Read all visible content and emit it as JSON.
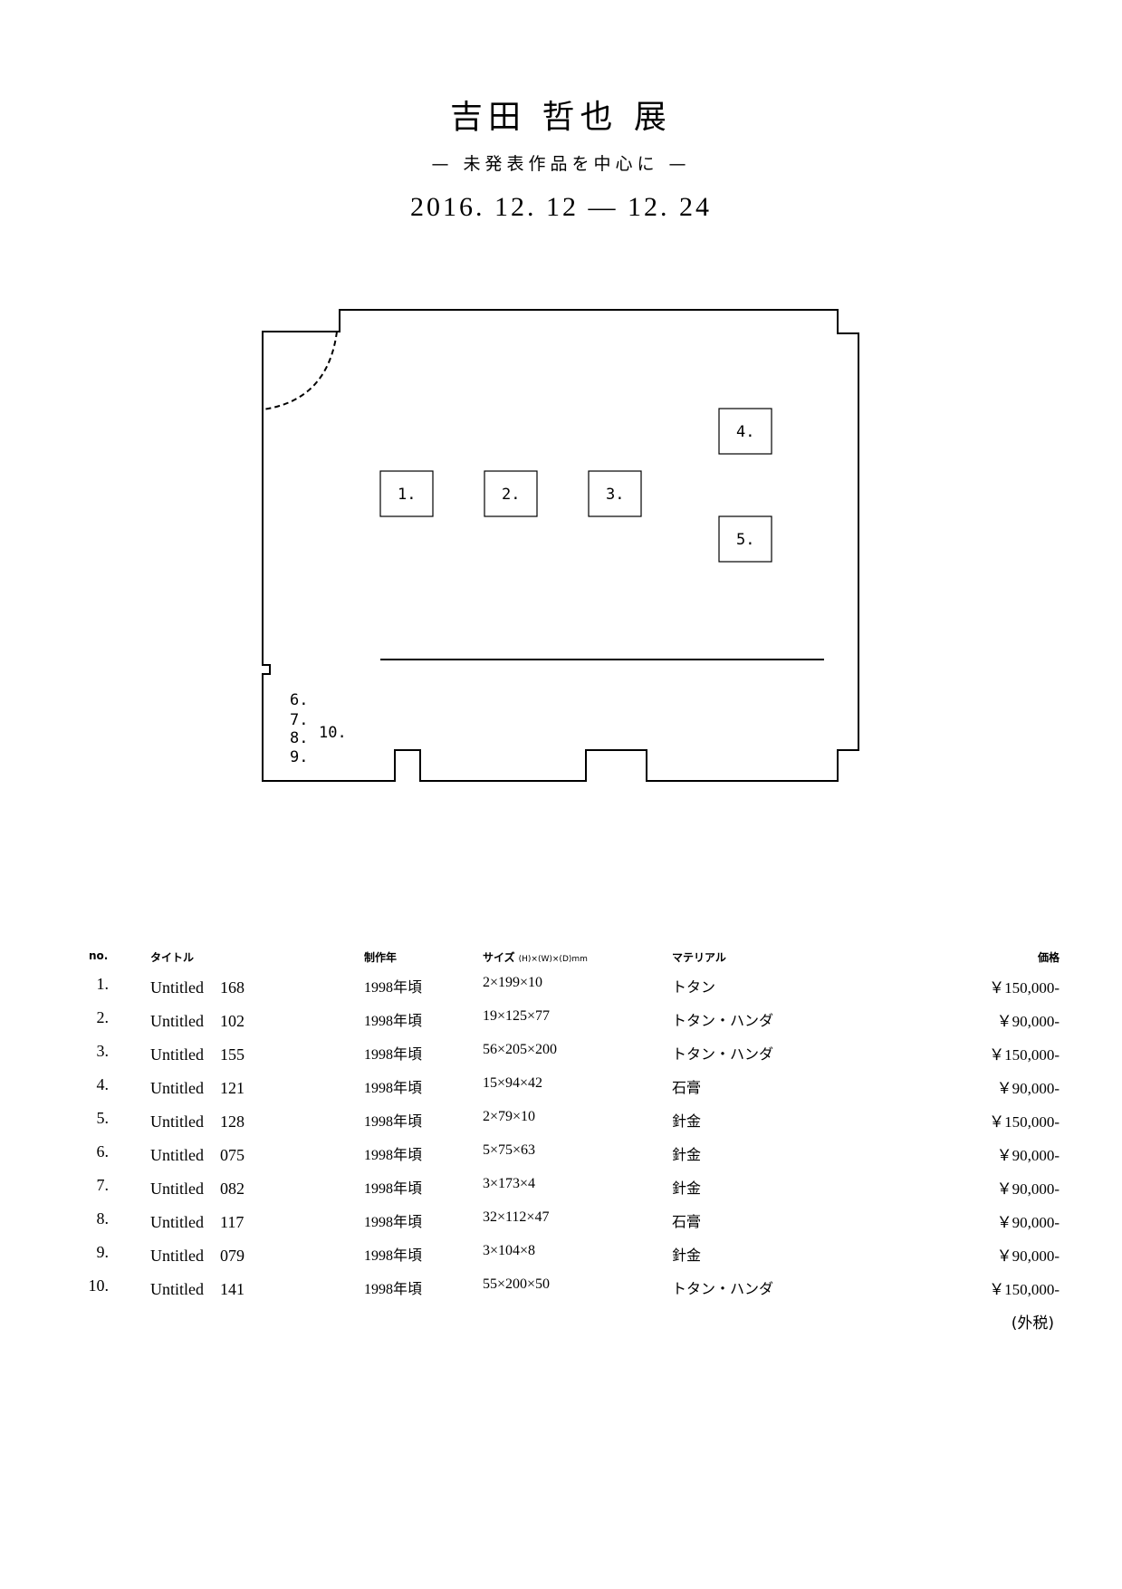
{
  "header": {
    "title": "吉田 哲也 展",
    "subtitle": "— 未発表作品を中心に —",
    "dates": "2016. 12. 12 — 12. 24"
  },
  "floorplan": {
    "labels": [
      "1.",
      "2.",
      "3.",
      "4.",
      "5.",
      "6.",
      "7.",
      "8.",
      "9.",
      "10."
    ]
  },
  "table": {
    "headers": {
      "no": "no.",
      "title": "タイトル",
      "year": "制作年",
      "size": "サイズ",
      "size_unit": "(H)×(W)×(D)mm",
      "material": "マテリアル",
      "price": "価格"
    },
    "rows": [
      {
        "no": "1.",
        "title": "Untitled　168",
        "year": "1998年頃",
        "size": "2×199×10",
        "material": "トタン",
        "price": "￥150,000-"
      },
      {
        "no": "2.",
        "title": "Untitled　102",
        "year": "1998年頃",
        "size": "19×125×77",
        "material": "トタン・ハンダ",
        "price": "￥90,000-"
      },
      {
        "no": "3.",
        "title": "Untitled　155",
        "year": "1998年頃",
        "size": "56×205×200",
        "material": "トタン・ハンダ",
        "price": "￥150,000-"
      },
      {
        "no": "4.",
        "title": "Untitled　121",
        "year": "1998年頃",
        "size": "15×94×42",
        "material": "石膏",
        "price": "￥90,000-"
      },
      {
        "no": "5.",
        "title": "Untitled　128",
        "year": "1998年頃",
        "size": "2×79×10",
        "material": "針金",
        "price": "￥150,000-"
      },
      {
        "no": "6.",
        "title": "Untitled　075",
        "year": "1998年頃",
        "size": "5×75×63",
        "material": "針金",
        "price": "￥90,000-"
      },
      {
        "no": "7.",
        "title": "Untitled　082",
        "year": "1998年頃",
        "size": "3×173×4",
        "material": "針金",
        "price": "￥90,000-"
      },
      {
        "no": "8.",
        "title": "Untitled　117",
        "year": "1998年頃",
        "size": "32×112×47",
        "material": "石膏",
        "price": "￥90,000-"
      },
      {
        "no": "9.",
        "title": "Untitled　079",
        "year": "1998年頃",
        "size": "3×104×8",
        "material": "針金",
        "price": "￥90,000-"
      },
      {
        "no": "10.",
        "title": "Untitled　141",
        "year": "1998年頃",
        "size": "55×200×50",
        "material": "トタン・ハンダ",
        "price": "￥150,000-"
      }
    ],
    "tax_note": "(外税)"
  }
}
